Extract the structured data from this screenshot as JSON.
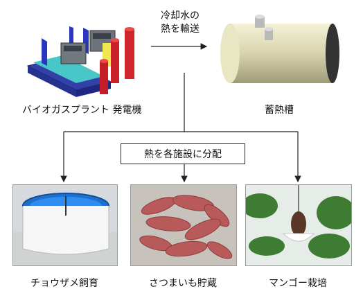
{
  "diagram": {
    "flow_label_line1": "冷却水の",
    "flow_label_line2": "熱を輸送",
    "source_label": "バイオガスプラント 発電機",
    "storage_label": "蓄熱槽",
    "distribution_label": "熱を各施設に分配",
    "destinations": [
      {
        "label": "チョウザメ飼育"
      },
      {
        "label": "さつまいも貯蔵"
      },
      {
        "label": "マンゴー栽培"
      }
    ]
  }
}
